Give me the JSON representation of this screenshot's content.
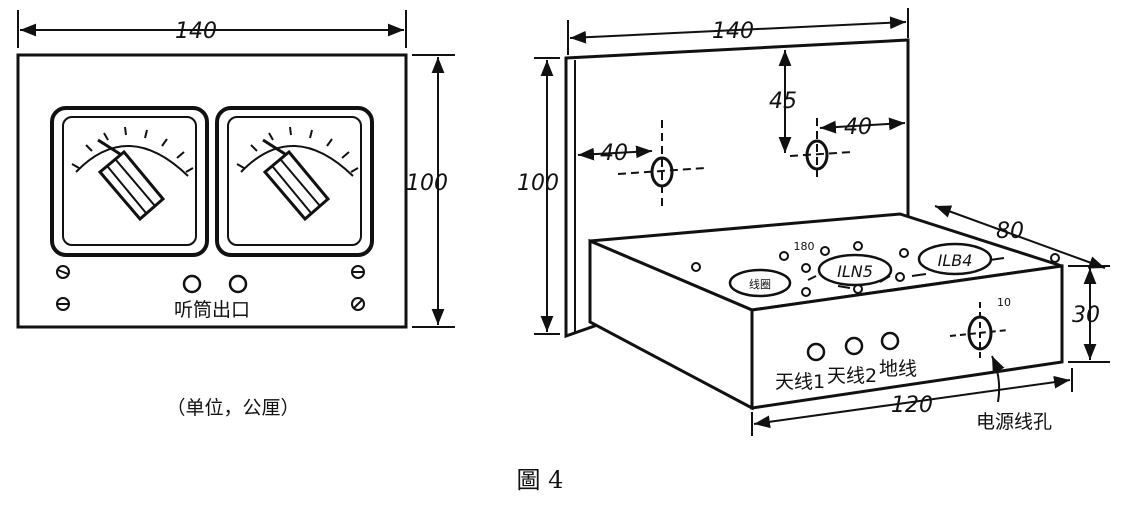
{
  "front_view": {
    "width_dim": "140",
    "height_dim": "100",
    "jack_label": "听筒出口",
    "units_note": "（单位，公厘）"
  },
  "perspective_view": {
    "panel_width_dim": "140",
    "panel_height_dim": "100",
    "hole_from_top_dim": "45",
    "hole_left_dim": "40",
    "hole_right_dim": "40",
    "chassis_depth_dim": "80",
    "chassis_height_dim": "30",
    "chassis_width_dim": "120",
    "tube_label_1": "ILN5",
    "tube_label_2": "ILB4",
    "coil_label": "线圈",
    "antenna_1_label": "天线1",
    "antenna_2_label": "天线2",
    "ground_label": "地线",
    "power_hole_label": "电源线孔",
    "pot_mark": "10",
    "cap_mark": "180"
  },
  "figure_caption": "圖 4"
}
